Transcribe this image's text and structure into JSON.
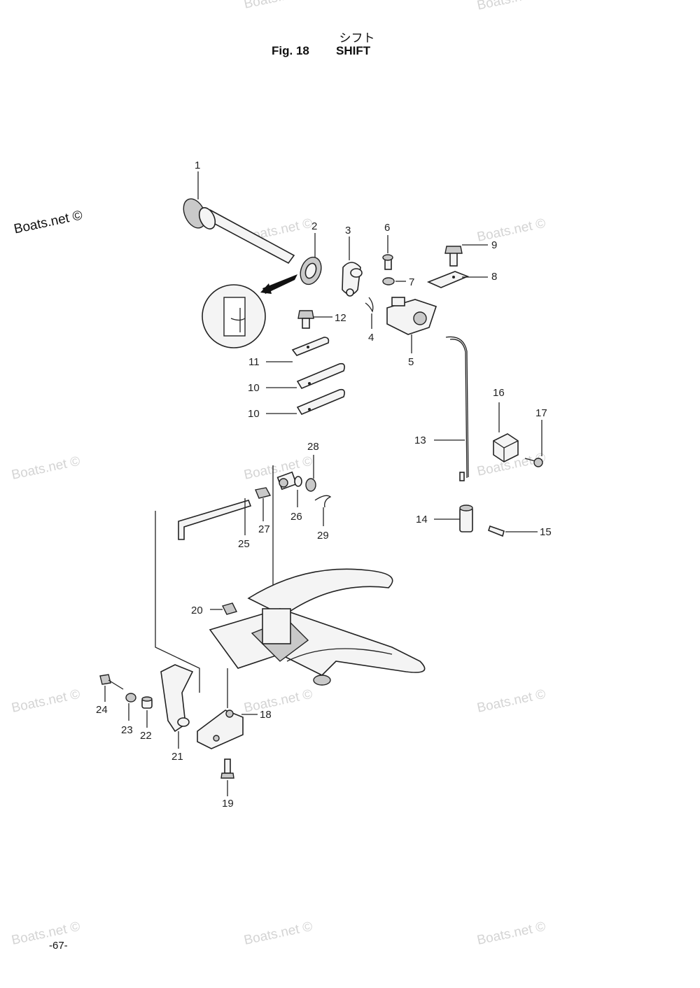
{
  "header": {
    "japanese_title": "シフト",
    "figure_label": "Fig. 18",
    "figure_name": "SHIFT"
  },
  "brand": "Boats.net ©",
  "watermark_text": "Boats.net ©",
  "page_number": "-67-",
  "callouts": {
    "c1": "1",
    "c2": "2",
    "c3": "3",
    "c4": "4",
    "c5": "5",
    "c6": "6",
    "c7": "7",
    "c8": "8",
    "c9": "9",
    "c10a": "10",
    "c10b": "10",
    "c11": "11",
    "c12": "12",
    "c13": "13",
    "c14": "14",
    "c15": "15",
    "c16": "16",
    "c17": "17",
    "c18": "18",
    "c19": "19",
    "c20": "20",
    "c21": "21",
    "c22": "22",
    "c23": "23",
    "c24": "24",
    "c25": "25",
    "c26": "26",
    "c27": "27",
    "c28": "28",
    "c29": "29"
  }
}
